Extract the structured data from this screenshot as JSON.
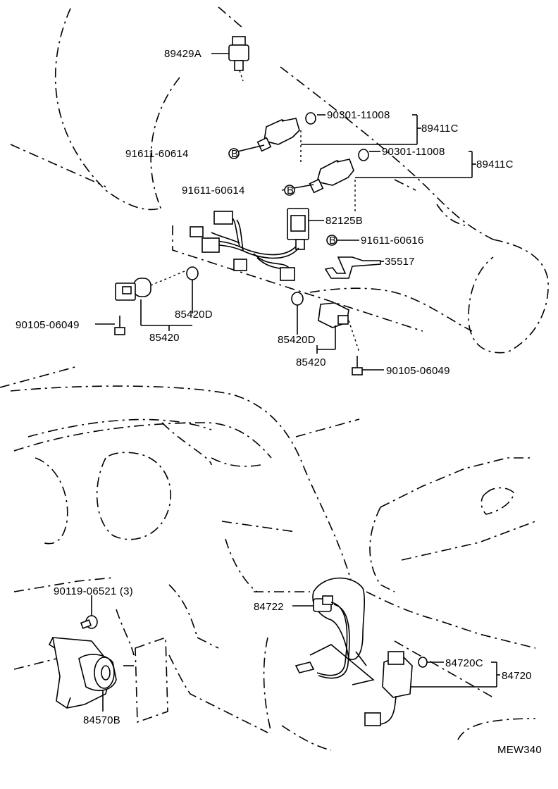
{
  "diagram": {
    "code": "MEW340",
    "labels": {
      "l89429A": "89429A",
      "l90301a": "90301-11008",
      "l89411Ca": "89411C",
      "l91611a": "91611-60614",
      "l90301b": "90301-11008",
      "l89411Cb": "89411C",
      "l91611b": "91611-60614",
      "l82125B": "82125B",
      "l91611c": "91611-60616",
      "l35517": "35517",
      "l85420Da": "85420D",
      "l90105a": "90105-06049",
      "l85420a": "85420",
      "l85420Db": "85420D",
      "l85420b": "85420",
      "l90105b": "90105-06049",
      "l90119": "90119-06521 (3)",
      "l84722": "84722",
      "l84720C": "84720C",
      "l84720": "84720",
      "l84570B": "84570B"
    },
    "bolt_marker": "B"
  }
}
